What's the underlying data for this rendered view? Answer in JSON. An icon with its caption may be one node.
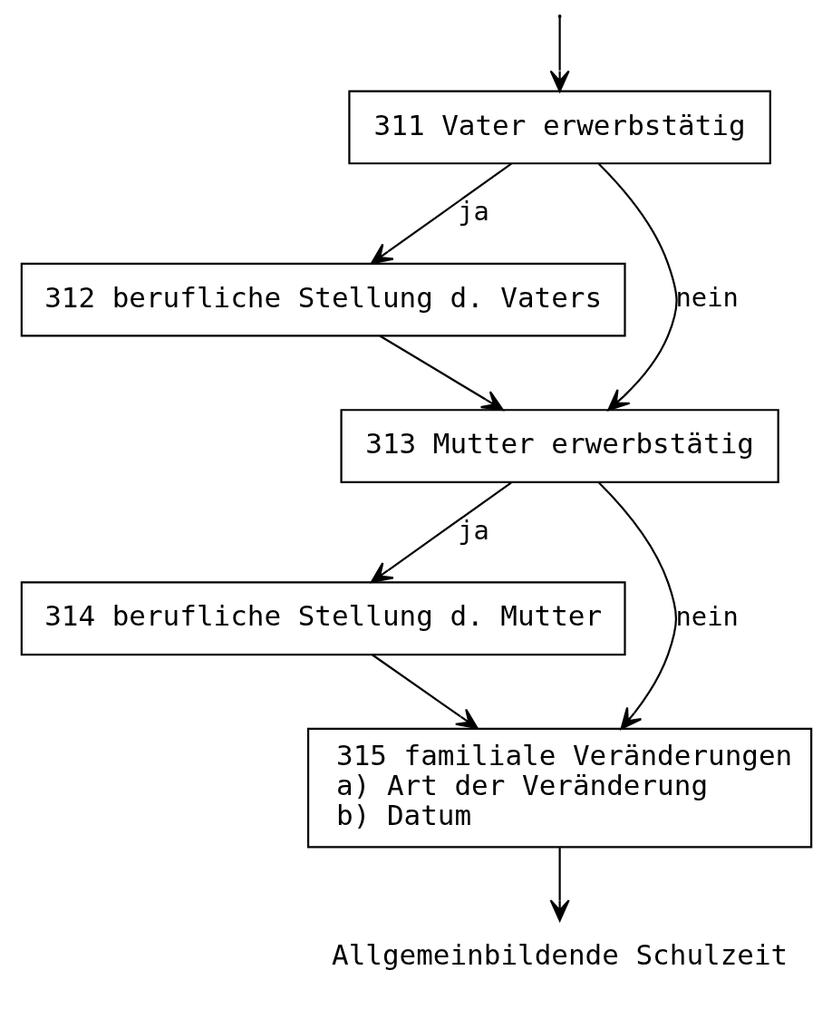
{
  "diagram": {
    "nodes": [
      {
        "text": [
          "311 Vater erwerbstätig"
        ]
      },
      {
        "text": [
          "312 berufliche Stellung d. Vaters"
        ]
      },
      {
        "text": [
          "313 Mutter erwerbstätig"
        ]
      },
      {
        "text": [
          "314 berufliche Stellung d. Mutter"
        ]
      },
      {
        "text": [
          "315 familiale Veränderungen",
          "a) Art der Veränderung",
          "b) Datum"
        ]
      },
      {
        "text": [
          "Allgemeinbildende Schulzeit"
        ]
      }
    ],
    "edges": [
      {
        "from": null,
        "to": 0,
        "arrow": "to"
      },
      {
        "from": 0,
        "to": 2,
        "arrow": "to",
        "label": "nein"
      },
      {
        "from": 0,
        "to": 1,
        "arrow": "to",
        "label": "ja"
      },
      {
        "from": 1,
        "to": 2,
        "arrow": "to"
      },
      {
        "from": 2,
        "to": 4,
        "arrow": "to",
        "label": "nein"
      },
      {
        "from": 2,
        "to": 3,
        "arrow": "to",
        "label": "ja"
      },
      {
        "from": 3,
        "to": 4,
        "arrow": "to"
      },
      {
        "from": 4,
        "to": 5,
        "arrow": "to"
      }
    ]
  }
}
